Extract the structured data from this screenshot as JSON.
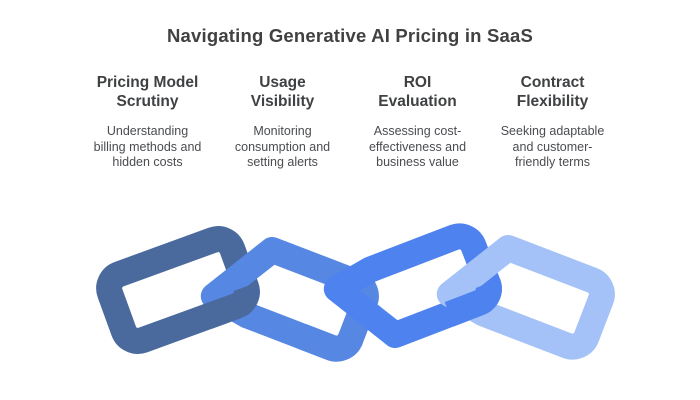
{
  "title": "Navigating Generative AI Pricing in SaaS",
  "columns": [
    {
      "heading": "Pricing Model\nScrutiny",
      "description": "Understanding\nbilling methods and\nhidden costs"
    },
    {
      "heading": "Usage\nVisibility",
      "description": "Monitoring\nconsumption and\nsetting alerts"
    },
    {
      "heading": "ROI\nEvaluation",
      "description": "Assessing cost-\neffectiveness and\nbusiness value"
    },
    {
      "heading": "Contract\nFlexibility",
      "description": "Seeking adaptable\nand customer-\nfriendly terms"
    }
  ],
  "chain": {
    "links": [
      {
        "color": "#4a6a9e"
      },
      {
        "color": "#5687e2"
      },
      {
        "color": "#4d82ef"
      },
      {
        "color": "#a4c2f7"
      }
    ]
  },
  "colors": {
    "background": "#ffffff",
    "title_text": "#414141",
    "heading_text": "#3f4143",
    "description_text": "#4a4c50"
  }
}
